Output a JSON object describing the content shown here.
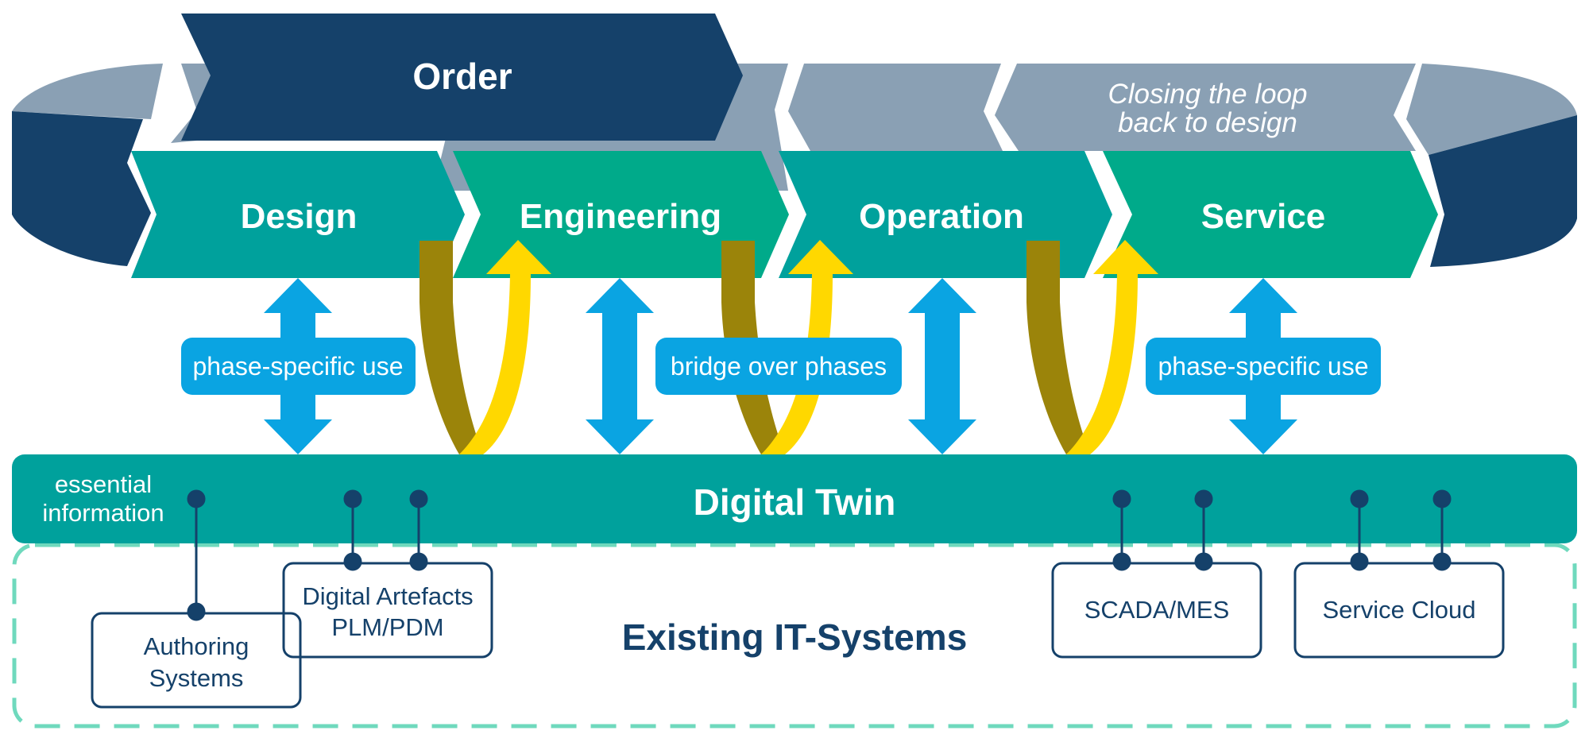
{
  "top_band": {
    "order_label": "Order",
    "loop_note_line1": "Closing the loop",
    "loop_note_line2": "back to design"
  },
  "phases": [
    {
      "label": "Design"
    },
    {
      "label": "Engineering"
    },
    {
      "label": "Operation"
    },
    {
      "label": "Service"
    }
  ],
  "pills": {
    "left": "phase-specific use",
    "center": "bridge over phases",
    "right": "phase-specific use"
  },
  "digital_twin": {
    "title": "Digital Twin",
    "note_line1": "essential",
    "note_line2": "information"
  },
  "it_systems": {
    "title": "Existing IT-Systems",
    "authoring_line1": "Authoring",
    "authoring_line2": "Systems",
    "artefacts_line1": "Digital Artefacts",
    "artefacts_line2": "PLM/PDM",
    "scada": "SCADA/MES",
    "service_cloud": "Service Cloud"
  },
  "colors": {
    "navy": "#15416a",
    "slate": "#8aa0b4",
    "teal_dark": "#00a19c",
    "teal_green": "#00aa8a",
    "blue_arrow": "#0aa4e2",
    "yellow": "#ffd800",
    "olive": "#9b840a",
    "dash": "#6fd9bd"
  }
}
